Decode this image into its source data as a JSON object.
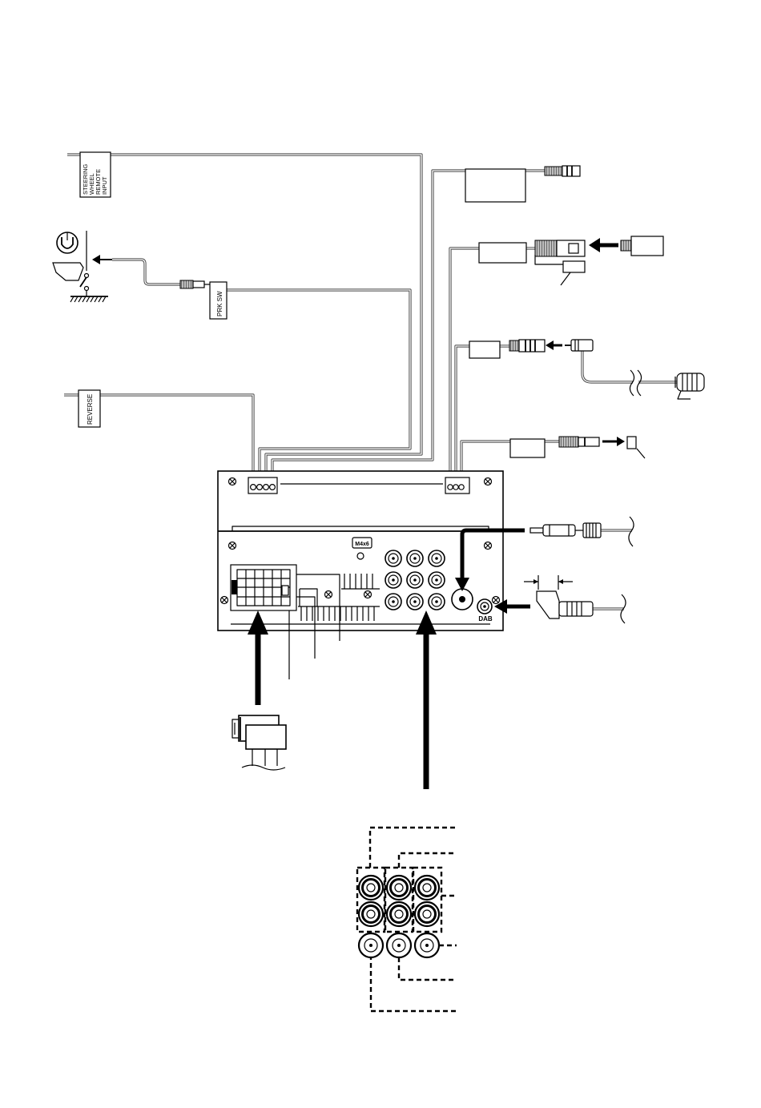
{
  "labels": {
    "steering": [
      "STEERING",
      "WHEEL",
      "REMOTE",
      "INPUT"
    ],
    "prk_sw": "PRK SW",
    "reverse": "REVERSE",
    "screw_spec": "M4x6",
    "dab": "DAB"
  },
  "colors": {
    "line": "#000000",
    "wire": "#444444",
    "background": "#ffffff"
  }
}
